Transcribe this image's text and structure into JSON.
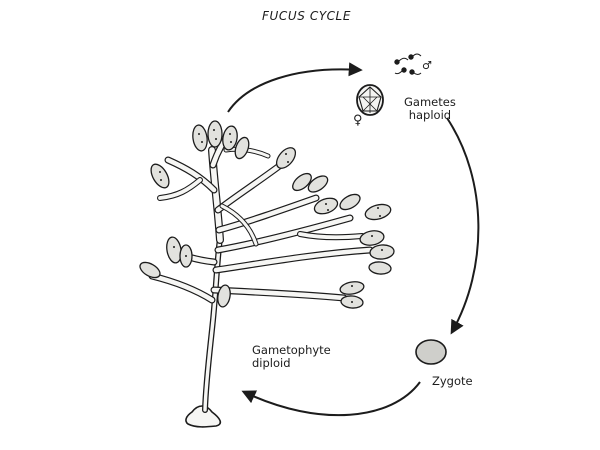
{
  "title": "FUCUS CYCLE",
  "stages": {
    "gametes": {
      "line1": "Gametes",
      "line2": "haploid"
    },
    "gametophyte": {
      "line1": "Gametophyte",
      "line2": "diploid"
    },
    "zygote": {
      "label": "Zygote"
    }
  },
  "symbols": {
    "female": "♀",
    "male": "♂"
  },
  "colors": {
    "ink": "#1c1c1c",
    "frond_fill": "#f6f6f4",
    "receptacle_fill": "#e2e2de",
    "zygote_fill": "#cfcfcb"
  }
}
